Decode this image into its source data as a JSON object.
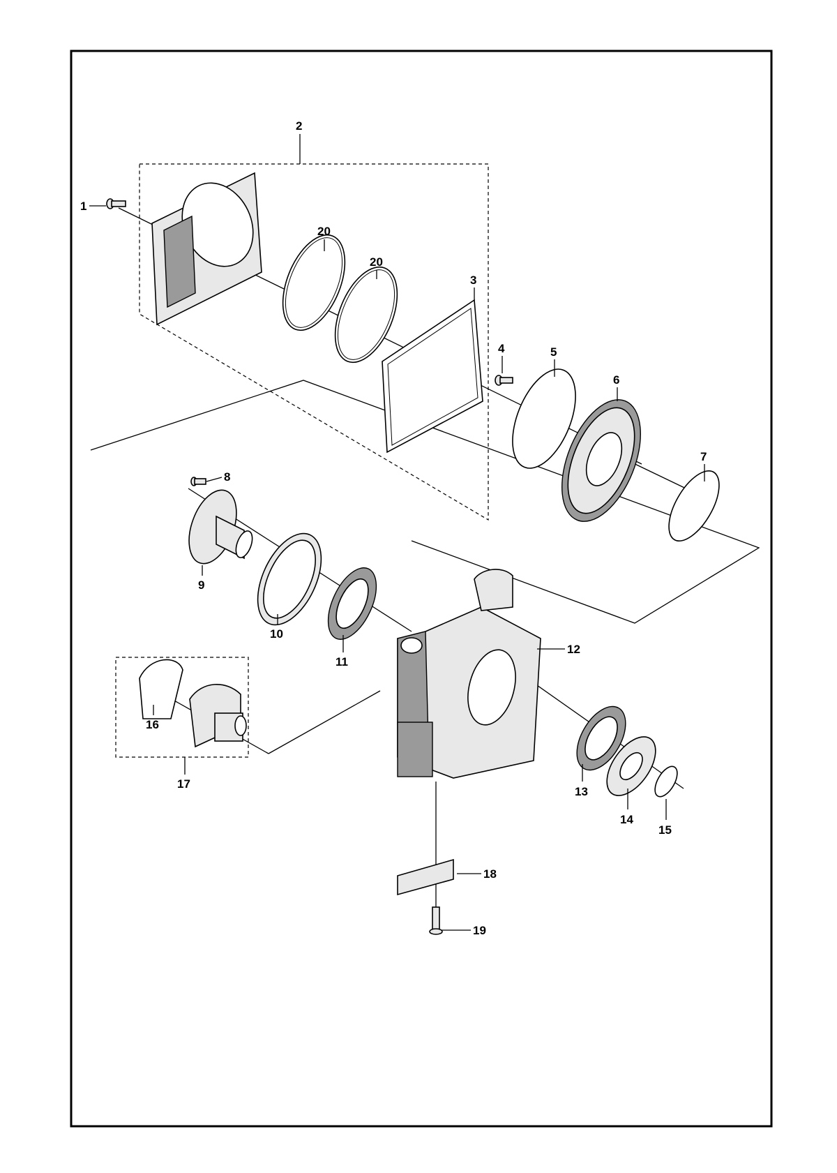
{
  "callouts": {
    "c1": "1",
    "c2": "2",
    "c3": "3",
    "c4": "4",
    "c5": "5",
    "c6": "6",
    "c7": "7",
    "c8": "8",
    "c9": "9",
    "c10": "10",
    "c11": "11",
    "c12": "12",
    "c13": "13",
    "c14": "14",
    "c15": "15",
    "c16": "16",
    "c17": "17",
    "c18": "18",
    "c19": "19",
    "c20a": "20",
    "c20b": "20"
  },
  "colors": {
    "line": "#000000",
    "background": "#ffffff",
    "part_fill": "#e8e8e8",
    "part_shade": "#9a9a9a"
  }
}
